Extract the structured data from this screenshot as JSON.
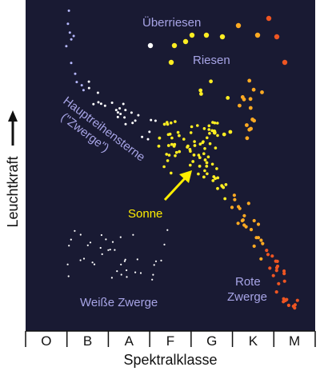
{
  "diagram": {
    "x_axis_title": "Spektralklasse",
    "y_axis_title": "Leuchtkraft",
    "spectral_classes": [
      "O",
      "B",
      "A",
      "F",
      "G",
      "K",
      "M"
    ],
    "labels": {
      "supergiants": "Überriesen",
      "giants": "Riesen",
      "main_sequence_line1": "Hauptreihensterne",
      "main_sequence_line2": "(\"Zwerge\")",
      "sun": "Sonne",
      "white_dwarfs": "Weiße Zwerge",
      "red_dwarfs_line1": "Rote",
      "red_dwarfs_line2": "Zwerge"
    },
    "colors": {
      "background": "#191a33",
      "label_purple": "#a7a4e6",
      "sun_yellow": "#ffee00",
      "star_blue": "#b6b8ff",
      "star_white": "#ffffff",
      "star_yellow": "#ffee22",
      "star_orange": "#ffaa22",
      "star_red": "#ee5522"
    }
  }
}
